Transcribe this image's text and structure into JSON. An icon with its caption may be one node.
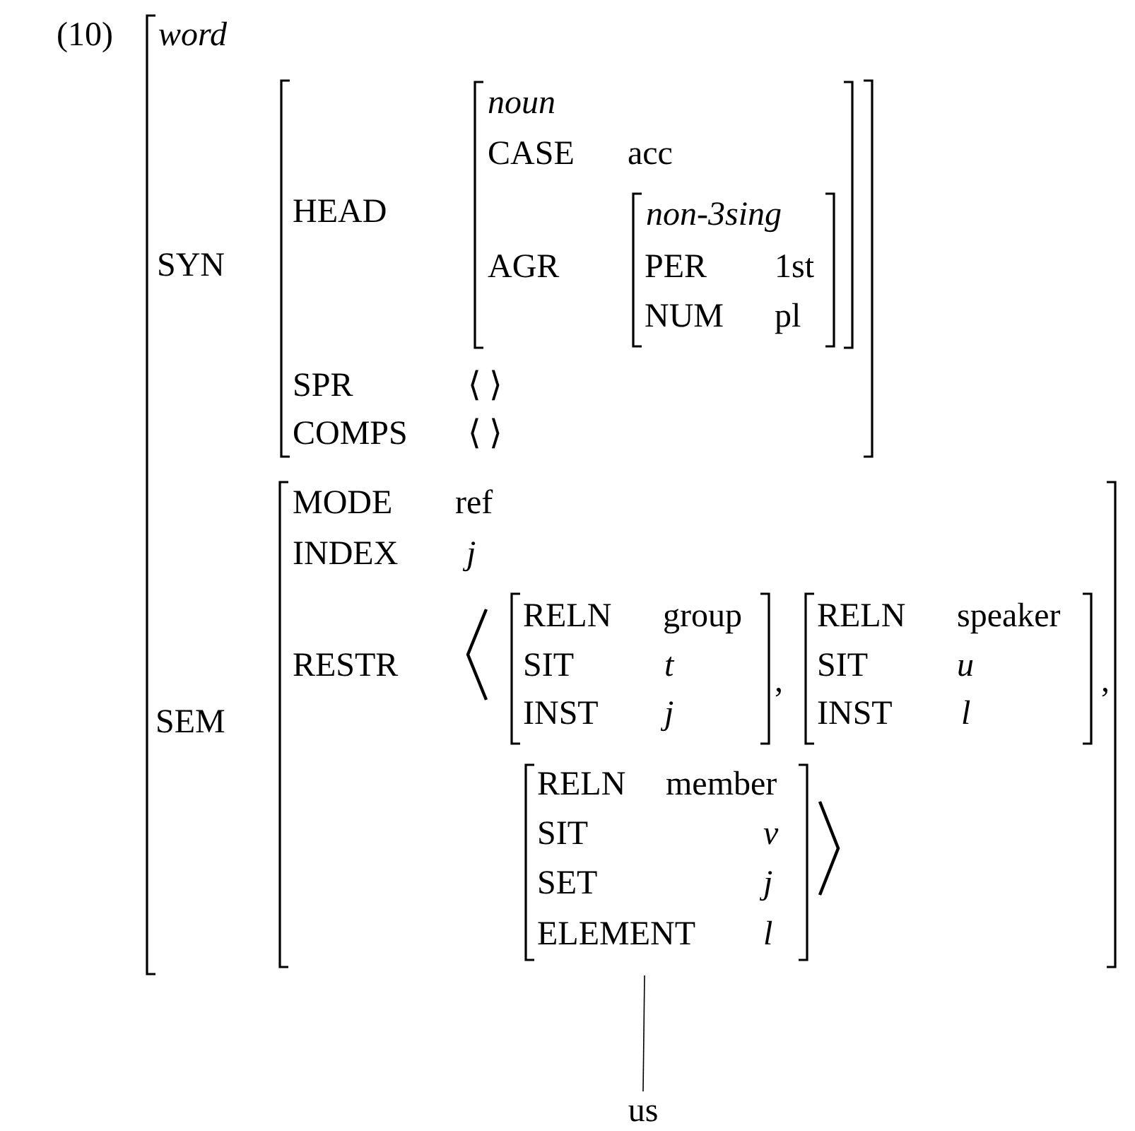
{
  "diagram": {
    "nodes": [
      {
        "text": [
          "word",
          "SYN",
          "SEM"
        ]
      },
      {
        "text": [
          "HEAD",
          "SPR",
          "⟨ ⟩",
          "COMPS",
          "⟨ ⟩"
        ],
        "in": 0
      },
      {
        "text": [
          "noun",
          "CASE",
          "acc",
          "AGR"
        ],
        "in": 1
      },
      {
        "text": [
          "non-3sing",
          "PER",
          "1st",
          "NUM",
          "pl"
        ],
        "in": 2
      },
      {
        "text": [
          "MODE",
          "ref",
          "INDEX",
          "j",
          "RESTR"
        ],
        "in": 0
      },
      {
        "text": [
          "RELN",
          "group",
          "SIT",
          "t",
          "INST",
          "j"
        ],
        "in": 4
      },
      {
        "text": [
          "RELN",
          "speaker",
          "SIT",
          "u",
          "INST",
          "l"
        ],
        "in": 4
      },
      {
        "text": [
          "RELN",
          "member",
          "SIT",
          "v",
          "SET",
          "j",
          "ELEMENT",
          "l"
        ],
        "in": 4
      },
      {
        "text": [
          "us"
        ]
      }
    ],
    "edges": [
      {
        "from": 0,
        "to": 8,
        "arrow": "none"
      }
    ],
    "labels": [
      "(10)",
      ",",
      ","
    ]
  }
}
